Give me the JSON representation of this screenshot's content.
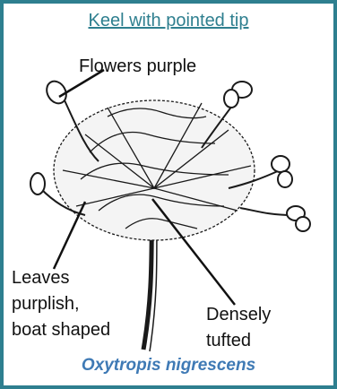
{
  "title": "Keel with pointed tip",
  "labels": {
    "flowers": "Flowers purple",
    "leaves_line1": "Leaves",
    "leaves_line2": "purplish,",
    "leaves_line3": "boat shaped",
    "dense_line1": "Densely",
    "dense_line2": "tufted"
  },
  "species": "Oxytropis nigrescens",
  "colors": {
    "frame": "#2e7f8f",
    "title": "#2e7f8f",
    "species": "#3f7ab5",
    "ink": "#1a1a1a"
  }
}
